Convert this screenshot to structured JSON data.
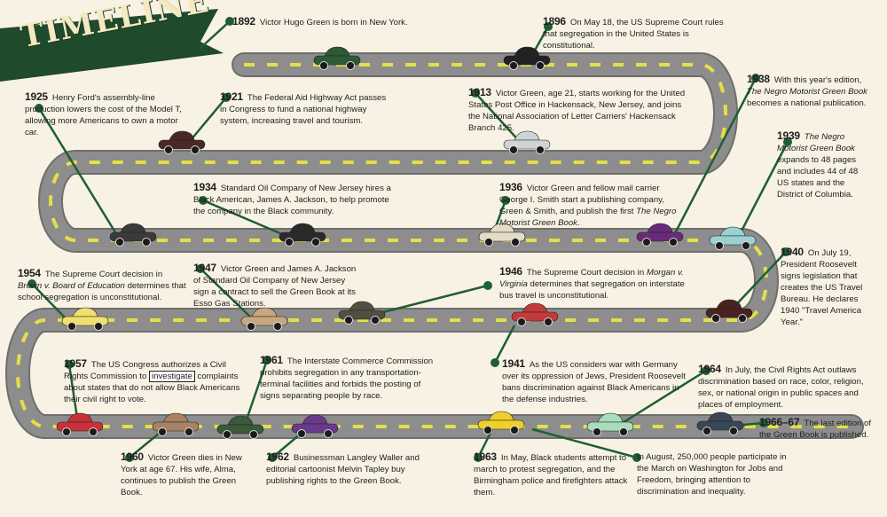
{
  "title": "TIMELINE",
  "colors": {
    "road": "#8d8d8d",
    "road_edge": "#6e6e6e",
    "lane_dash": "#e3df48",
    "pin": "#1f5e35",
    "banner": "#1f4a2c",
    "background": "#f7f2e3"
  },
  "events": [
    {
      "year": "1892",
      "text": "Victor Hugo Green is born in New York."
    },
    {
      "year": "1896",
      "text": "On May 18, the US Supreme Court rules that segregation in the United States is constitutional."
    },
    {
      "year": "1925",
      "text": "Henry Ford's assembly-line production lowers the cost of the Model T, allowing more Americans to own a motor car."
    },
    {
      "year": "1921",
      "text": "The Federal Aid Highway Act passes in Congress to fund a national highway system, increasing travel and tourism."
    },
    {
      "year": "1913",
      "text": "Victor Green, age 21, starts working for the United States Post Office in Hackensack, New Jersey, and joins the National Association of Letter Carriers' Hackensack Branch 425."
    },
    {
      "year": "1938",
      "text_before": "With this year's edition,",
      "italic": "The Negro Motorist Green Book",
      "text_after": "becomes a national publication."
    },
    {
      "year": "1939",
      "italic": "The Negro Motorist Green Book",
      "text_after": "expands to 48 pages and includes 44 of 48 US states and the District of Columbia."
    },
    {
      "year": "1934",
      "text": "Standard Oil Company of New Jersey hires a Black American, James A. Jackson, to help promote the company in the Black community."
    },
    {
      "year": "1936",
      "text_before": "Victor Green and fellow mail carrier George I. Smith start a publishing company, Green & Smith, and publish the first",
      "italic": "The Negro Motorist Green Book",
      "text_after": "."
    },
    {
      "year": "1940",
      "text": "On July 19, President Roosevelt signs legislation that creates the US Travel Bureau. He declares 1940 \"Travel America Year.\""
    },
    {
      "year": "1954",
      "text_before": "The Supreme Court decision in",
      "italic": "Brown v. Board of Education",
      "text_after": "determines that school segregation is unconstitutional."
    },
    {
      "year": "1947",
      "text": "Victor Green and James A. Jackson of Standard Oil Company of New Jersey sign a contract to sell the Green Book at its Esso Gas Stations."
    },
    {
      "year": "1946",
      "text_before": "The Supreme Court decision in",
      "italic": "Morgan v. Virginia",
      "text_after": "determines that segregation on interstate bus travel is unconstitutional."
    },
    {
      "year": "1957",
      "text_before": "The US Congress authorizes a Civil Rights Commission to",
      "highlight": "investigate",
      "text_after": "complaints about states that do not allow Black Americans their civil right to vote."
    },
    {
      "year": "1961",
      "text": "The Interstate Commerce Commission prohibits segregation in any transportation-terminal facilities and forbids the posting of signs separating people by race."
    },
    {
      "year": "1941",
      "text": "As the US considers war with Germany over its oppression of Jews, President Roosevelt bans discrimination against Black Americans in the defense industries."
    },
    {
      "year": "1964",
      "text": "In July, the Civil Rights Act outlaws discrimination based on race, color, religion, sex, or national origin in public spaces and places of employment."
    },
    {
      "year": "1966–67",
      "text": "The last edition of the Green Book is published."
    },
    {
      "year": "1960",
      "text": "Victor Green dies in New York at age 67. His wife, Alma, continues to publish the Green Book."
    },
    {
      "year": "1962",
      "text": "Businessman Langley Waller and editorial cartoonist Melvin Tapley buy publishing rights to the Green Book."
    },
    {
      "year": "1963",
      "text": "In May, Black students attempt to march to protest segregation, and the Birmingham police and firefighters attack them."
    },
    {
      "text": "In August, 250,000 people participate in the March on Washington for Jobs and Freedom, bringing attention to discrimination and inequality."
    }
  ]
}
